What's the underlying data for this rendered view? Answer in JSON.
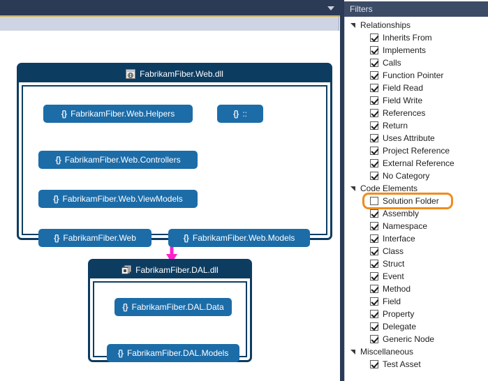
{
  "toolbar": {
    "overflow_icon": "chevron-down-icon"
  },
  "graph": {
    "groups": [
      {
        "id": "web-dll",
        "title": "FabrikamFiber.Web.dll",
        "icon": "assembly-web-icon",
        "nodes": [
          {
            "id": "web-helpers",
            "label": "FabrikamFiber.Web.Helpers",
            "icon": "namespace-icon"
          },
          {
            "id": "global-ns",
            "label": "::",
            "icon": "namespace-icon"
          },
          {
            "id": "web-controllers",
            "label": "FabrikamFiber.Web.Controllers",
            "icon": "namespace-icon"
          },
          {
            "id": "web-viewmodels",
            "label": "FabrikamFiber.Web.ViewModels",
            "icon": "namespace-icon"
          },
          {
            "id": "web",
            "label": "FabrikamFiber.Web",
            "icon": "namespace-icon"
          },
          {
            "id": "web-models",
            "label": "FabrikamFiber.Web.Models",
            "icon": "namespace-icon"
          }
        ]
      },
      {
        "id": "dal-dll",
        "title": "FabrikamFiber.DAL.dll",
        "icon": "assembly-stack-icon",
        "nodes": [
          {
            "id": "dal-data",
            "label": "FabrikamFiber.DAL.Data",
            "icon": "namespace-icon"
          },
          {
            "id": "dal-models",
            "label": "FabrikamFiber.DAL.Models",
            "icon": "namespace-icon"
          }
        ]
      }
    ],
    "edges": [
      {
        "from": "web-helpers",
        "to": "web-controllers"
      },
      {
        "from": "web-controllers",
        "to": "web-viewmodels"
      },
      {
        "from": "web-dll",
        "to": "dal-dll"
      },
      {
        "from": "dal-data",
        "to": "dal-models"
      }
    ],
    "edge_color": "#ff22cc",
    "node_color": "#1c6ca8",
    "group_color": "#0d3c61"
  },
  "filters": {
    "title": "Filters",
    "highlight_color": "#ef8c1e",
    "groups": [
      {
        "label": "Relationships",
        "expanded": true,
        "items": [
          {
            "label": "Inherits From",
            "checked": true
          },
          {
            "label": "Implements",
            "checked": true
          },
          {
            "label": "Calls",
            "checked": true
          },
          {
            "label": "Function Pointer",
            "checked": true
          },
          {
            "label": "Field Read",
            "checked": true
          },
          {
            "label": "Field Write",
            "checked": true
          },
          {
            "label": "References",
            "checked": true
          },
          {
            "label": "Return",
            "checked": true
          },
          {
            "label": "Uses Attribute",
            "checked": true
          },
          {
            "label": "Project Reference",
            "checked": true
          },
          {
            "label": "External Reference",
            "checked": true
          },
          {
            "label": "No Category",
            "checked": true
          }
        ]
      },
      {
        "label": "Code Elements",
        "expanded": true,
        "items": [
          {
            "label": "Solution Folder",
            "checked": false,
            "highlighted": true
          },
          {
            "label": "Assembly",
            "checked": true
          },
          {
            "label": "Namespace",
            "checked": true
          },
          {
            "label": "Interface",
            "checked": true
          },
          {
            "label": "Class",
            "checked": true
          },
          {
            "label": "Struct",
            "checked": true
          },
          {
            "label": "Event",
            "checked": true
          },
          {
            "label": "Method",
            "checked": true
          },
          {
            "label": "Field",
            "checked": true
          },
          {
            "label": "Property",
            "checked": true
          },
          {
            "label": "Delegate",
            "checked": true
          },
          {
            "label": "Generic Node",
            "checked": true
          }
        ]
      },
      {
        "label": "Miscellaneous",
        "expanded": true,
        "items": [
          {
            "label": "Test Asset",
            "checked": true
          }
        ]
      }
    ]
  }
}
